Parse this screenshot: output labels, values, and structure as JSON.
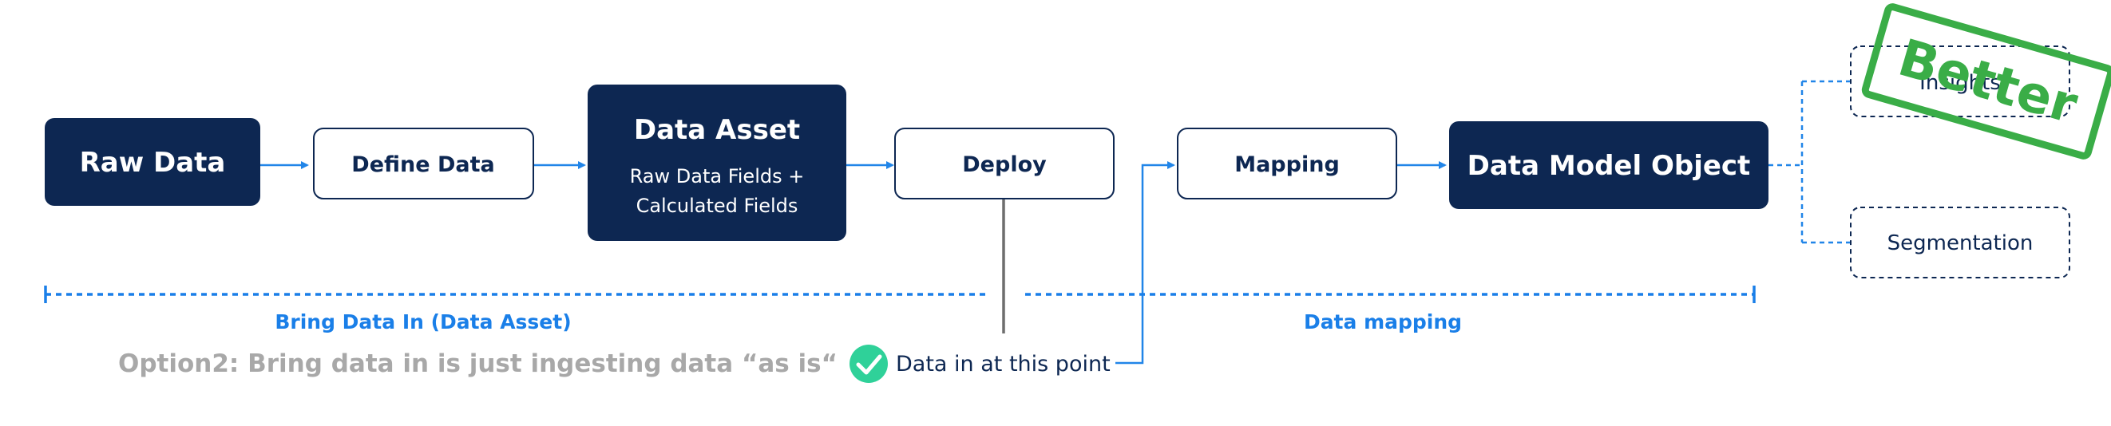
{
  "colors": {
    "navy": "#0d2752",
    "blue": "#2185e8",
    "label_blue": "#1a7fe8",
    "gray_text": "#a8a8a8",
    "check_green": "#2fd199",
    "stamp_green": "#3aad47",
    "divider_gray": "#6e6e6e"
  },
  "nodes": {
    "raw_data": "Raw Data",
    "define_data": "Define Data",
    "data_asset_title": "Data Asset",
    "data_asset_sub_line1": "Raw Data Fields +",
    "data_asset_sub_line2": "Calculated Fields",
    "deploy": "Deploy",
    "mapping": "Mapping",
    "data_model_object": "Data Model Object",
    "insights": "Insights",
    "segmentation": "Segmentation"
  },
  "phases": {
    "bring_data_in": "Bring Data In (Data Asset)",
    "data_mapping": "Data mapping"
  },
  "notes": {
    "option2": "Option2: Bring data in is just ingesting data “as is“",
    "data_in_point": "Data in at this point"
  },
  "stamp": {
    "text": "Better"
  },
  "icons": {
    "check": "check-circle-icon"
  }
}
